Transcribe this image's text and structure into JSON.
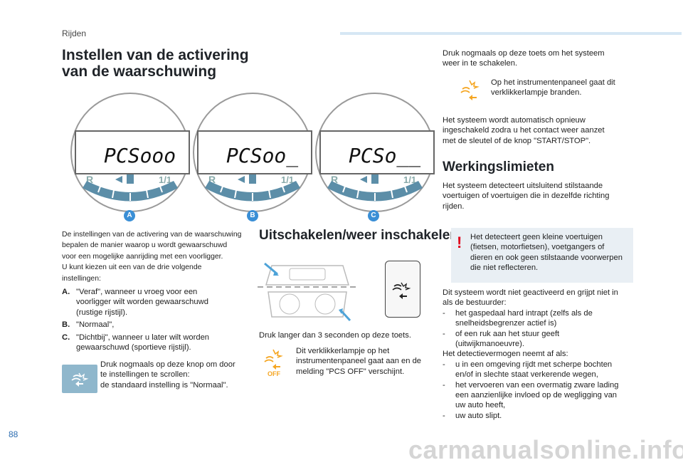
{
  "header": {
    "section": "Rijden"
  },
  "page_number": "88",
  "watermark": "carmanualsonline.info",
  "left": {
    "title": "Instellen van de activering van de waarschuwing",
    "displays": [
      {
        "letter": "A",
        "readout": "PCSooo"
      },
      {
        "letter": "B",
        "readout": "PCSoo_"
      },
      {
        "letter": "C",
        "readout": "PCSo__"
      }
    ],
    "gauge_labels": {
      "reverse": "R",
      "fraction": "1/1"
    },
    "intro_lines": [
      "De instellingen van de activering van de waarschuwing",
      "bepalen de manier waarop u wordt gewaarschuwd",
      "voor een mogelijke aanrijding met een voorligger.",
      "U kunt kiezen uit een van de drie volgende",
      "instellingen:"
    ],
    "options": [
      {
        "key": "A.",
        "lines": [
          "\"Veraf\", wanneer u vroeg voor een",
          "voorligger wilt worden gewaarschuwd",
          "(rustige rijstijl)."
        ]
      },
      {
        "key": "B.",
        "lines": [
          "\"Normaal\","
        ]
      },
      {
        "key": "C.",
        "lines": [
          "\"Dichtbij\", wanneer u later wilt worden",
          "gewaarschuwd (sportieve rijstijl)."
        ]
      }
    ],
    "press_lines": [
      "Druk nogmaals op deze knop om door",
      "te instellingen te scrollen:",
      "de standaard instelling is \"Normaal\"."
    ]
  },
  "middle": {
    "title": "Uitschakelen/weer inschakelen",
    "press_caption": "Druk langer dan 3 seconden op deze toets.",
    "off_icon_label": "OFF",
    "lamp_lines": [
      "Dit verklikkerlampje op het",
      "instrumentenpaneel gaat aan en de",
      "melding \"PCS OFF\" verschijnt."
    ]
  },
  "right": {
    "press_again_lines": [
      "Druk nogmaals op deze toets om het systeem",
      "weer in te schakelen."
    ],
    "lamp_on_lines": [
      "Op het instrumentenpaneel gaat dit",
      "verklikkerlampje branden."
    ],
    "auto_lines": [
      "Het systeem wordt automatisch opnieuw",
      "ingeschakeld zodra u het contact weer aanzet",
      "met de sleutel of de knop \"START/STOP\"."
    ],
    "limits_title": "Werkingslimieten",
    "limits_lines": [
      "Het systeem detecteert uitsluitend stilstaande",
      "voertuigen of voertuigen die in dezelfde richting",
      "rijden."
    ],
    "warning_mark": "!",
    "warning_lines": [
      "Het detecteert geen kleine voertuigen",
      "(fietsen, motorfietsen), voetgangers of",
      "dieren en ook geen stilstaande voorwerpen",
      "die niet reflecteren."
    ],
    "not_active_lines": [
      "Dit systeem wordt niet geactiveerd en grijpt niet in",
      "als de bestuurder:"
    ],
    "driver_items": [
      [
        "het gaspedaal hard intrapt (zelfs als de",
        "snelheidsbegrenzer actief is)"
      ],
      [
        "of een ruk aan het stuur geeft",
        "(uitwijkmanoeuvre)."
      ]
    ],
    "detect_line": "Het detectievermogen neemt af als:",
    "detect_items": [
      [
        "u in een omgeving rijdt met scherpe bochten",
        "en/of in slechte staat verkerende wegen,"
      ],
      [
        "het vervoeren van een overmatig zware lading",
        "een aanzienlijke invloed op de wegligging van",
        "uw auto heeft,"
      ],
      [
        "uw auto slipt."
      ]
    ],
    "dash": "-"
  }
}
